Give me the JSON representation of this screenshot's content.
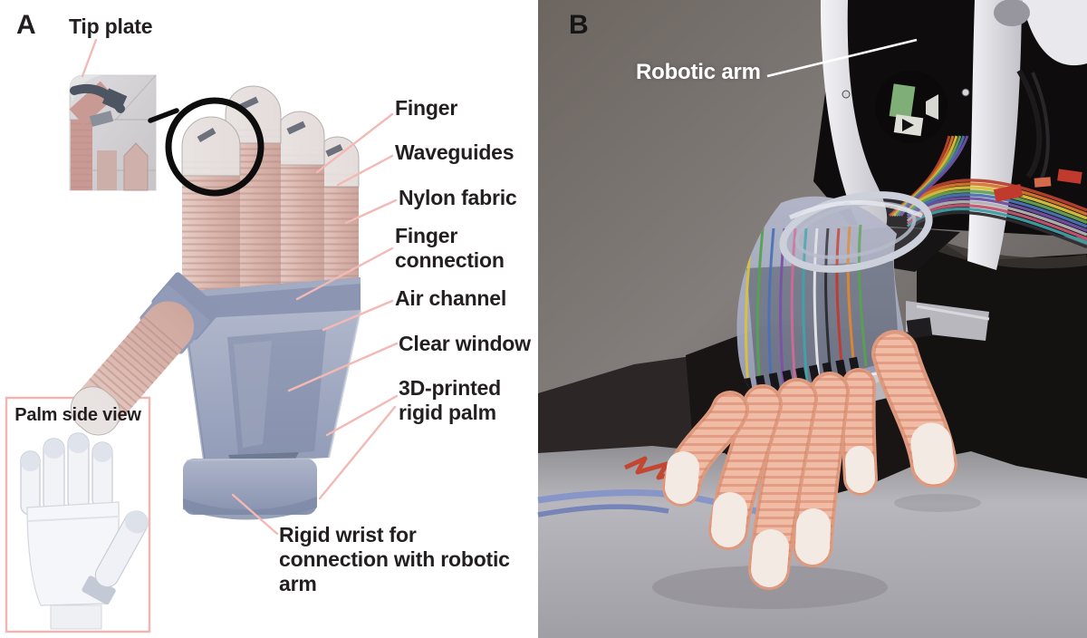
{
  "figure": {
    "panelA": {
      "letter": "A",
      "labels": {
        "tip_plate": "Tip plate",
        "finger": "Finger",
        "waveguides": "Waveguides",
        "nylon_fabric": "Nylon fabric",
        "finger_connection": "Finger connection",
        "air_channel": "Air channel",
        "clear_window": "Clear window",
        "printed_palm": "3D-printed rigid palm",
        "rigid_wrist": "Rigid wrist for connection with robotic arm",
        "palm_inset_title": "Palm side view"
      }
    },
    "panelB": {
      "letter": "B",
      "labels": {
        "robotic_arm": "Robotic arm"
      }
    },
    "colors": {
      "leader_line": "#f2b9b5",
      "inset_border": "#edb8b3",
      "label_text": "#231f20",
      "photo_label_text": "#ffffff",
      "diagram_finger_pink": "#d9b3aa",
      "diagram_palm_blue_gray": "#a4adc4",
      "photo_finger_pink": "#eaa98f"
    }
  }
}
